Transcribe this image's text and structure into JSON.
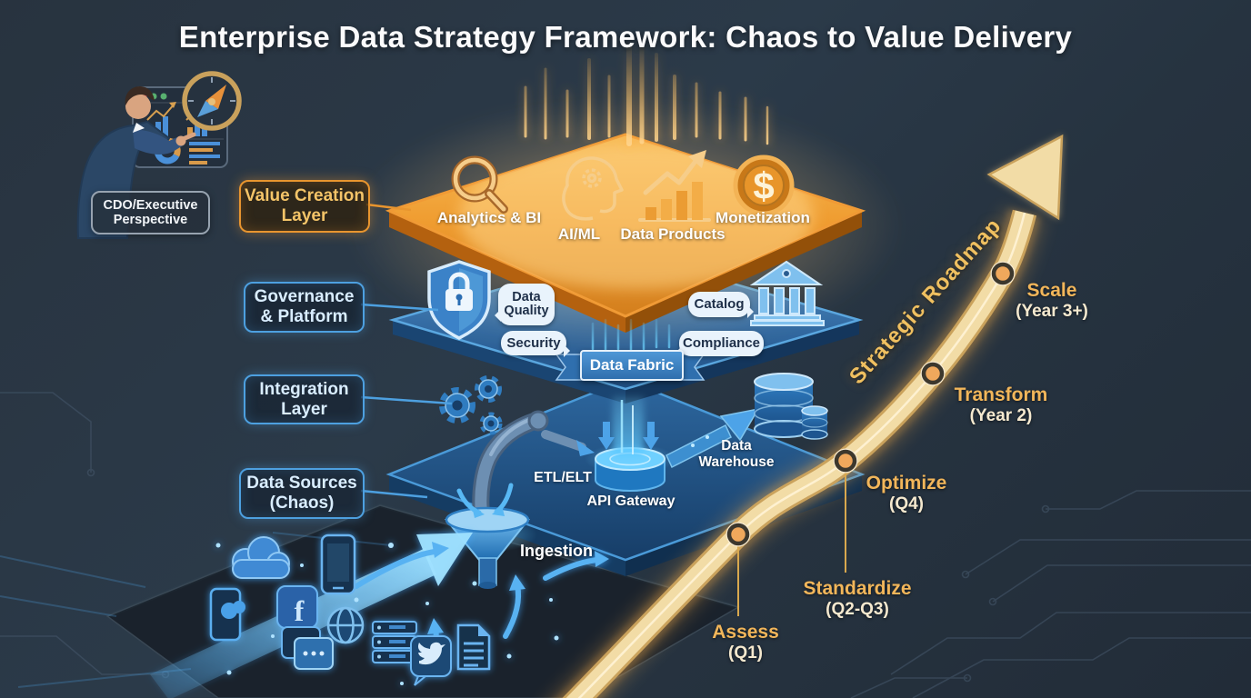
{
  "title": "Enterprise Data Strategy Framework: Chaos to Value Delivery",
  "cdo_box": {
    "line1": "CDO/Executive",
    "line2": "Perspective"
  },
  "layer_boxes": {
    "value": {
      "line1": "Value Creation",
      "line2": "Layer"
    },
    "governance": {
      "line1": "Governance",
      "line2": "& Platform"
    },
    "integration": {
      "line1": "Integration",
      "line2": "Layer"
    },
    "sources": {
      "line1": "Data Sources",
      "line2": "(Chaos)"
    }
  },
  "value_layer": {
    "analytics": "Analytics & BI",
    "aiml": "AI/ML",
    "products": "Data Products",
    "monetization": "Monetization"
  },
  "governance_layer": {
    "quality": "Data Quality",
    "security": "Security",
    "catalog": "Catalog",
    "compliance": "Compliance",
    "banner": "Data Fabric"
  },
  "integration_layer": {
    "etl": "ETL/ELT",
    "gateway": "API Gateway",
    "warehouse": "Data Warehouse",
    "ingestion": "Ingestion"
  },
  "roadmap": {
    "title": "Strategic Roadmap",
    "milestones": [
      {
        "name": "Assess",
        "period": "(Q1)"
      },
      {
        "name": "Standardize",
        "period": "(Q2-Q3)"
      },
      {
        "name": "Optimize",
        "period": "(Q4)"
      },
      {
        "name": "Transform",
        "period": "(Year 2)"
      },
      {
        "name": "Scale",
        "period": "(Year 3+)"
      }
    ]
  },
  "icons": {
    "dollar_symbol": "$",
    "facebook_letter": "f"
  },
  "colors": {
    "background": "#27313f",
    "accent_orange": "#e8912e",
    "accent_blue": "#4da0e0",
    "gold_text": "#f0c060",
    "bubble_bg": "#e9f3fc",
    "layer_blue": "#2f6fa8"
  }
}
